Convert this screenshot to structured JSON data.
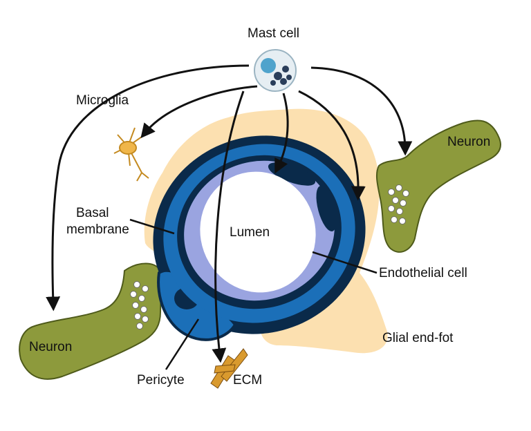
{
  "labels": {
    "mast_cell": "Mast cell",
    "microglia": "Microglia",
    "neuron_right": "Neuron",
    "basal_membrane_1": "Basal",
    "basal_membrane_2": "membrane",
    "lumen": "Lumen",
    "endothelial_cell": "Endothelial cell",
    "neuron_left": "Neuron",
    "glial_endfoot": "Glial end-fot",
    "pericyte": "Pericyte",
    "ecm": "ECM"
  },
  "colors": {
    "glial": "#fce0b0",
    "neuron": "#8d9a3c",
    "neuron_outline": "#4e5a1a",
    "vessel_outer": "#1b6fb8",
    "vessel_dark": "#0a2a4a",
    "endothelium": "#9aa4e0",
    "lumen": "#ffffff",
    "arrow": "#111111",
    "mast": "#4fa3cc",
    "microglia": "#f0b64a",
    "ecm": "#d99a2e"
  }
}
